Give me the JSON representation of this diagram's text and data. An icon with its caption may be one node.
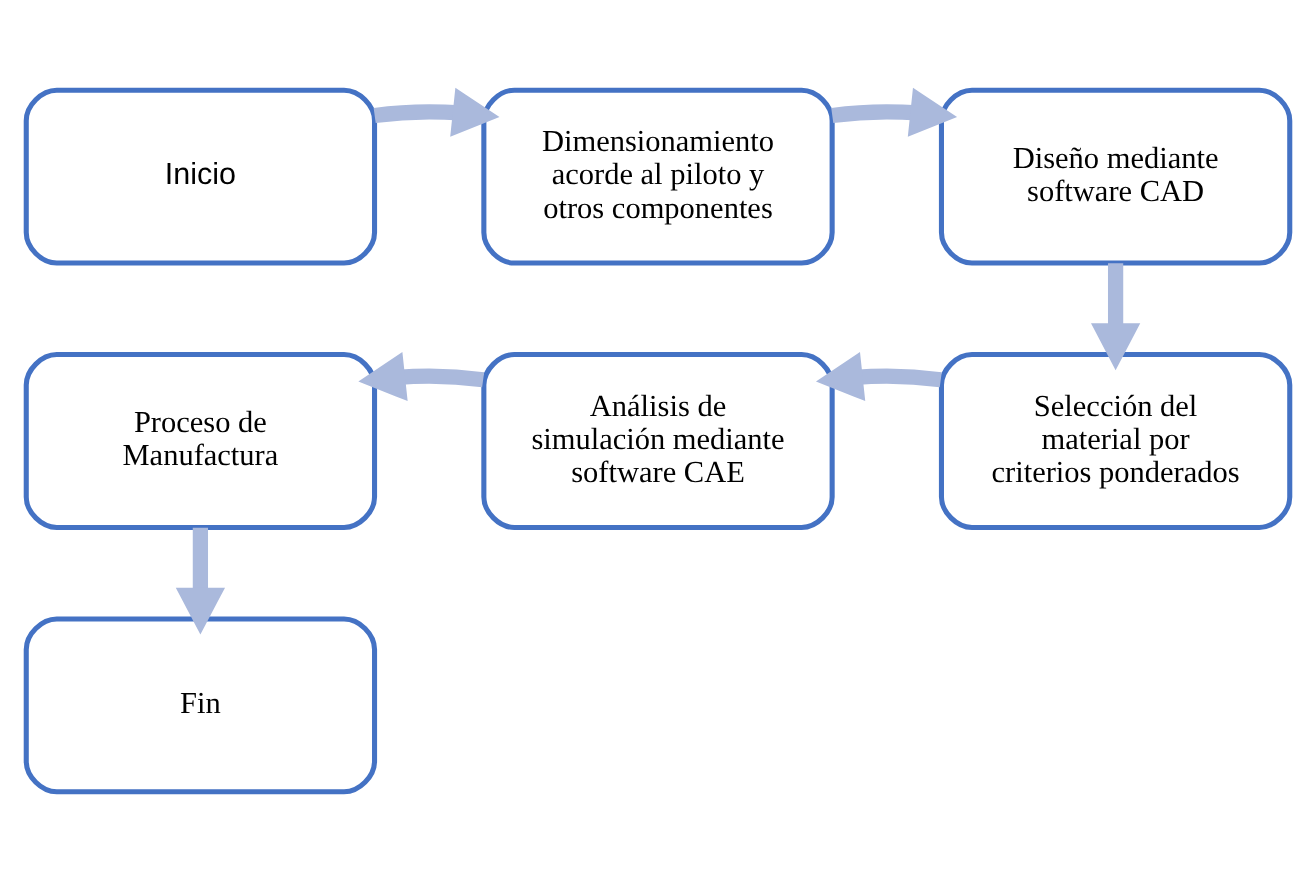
{
  "diagram": {
    "nodes": [
      {
        "text": [
          "Inicio"
        ]
      },
      {
        "text": [
          "Dimensionamiento acorde al piloto y otros componentes"
        ]
      },
      {
        "text": [
          "Diseño mediante software CAD"
        ]
      },
      {
        "text": [
          "Selección del material por criterios ponderados"
        ]
      },
      {
        "text": [
          "Análisis de simulación mediante software CAE"
        ]
      },
      {
        "text": [
          "Proceso de Manufactura"
        ]
      },
      {
        "text": [
          "Fin"
        ]
      }
    ],
    "edges": [
      {
        "from": 0,
        "to": 1,
        "arrow": "to"
      },
      {
        "from": 1,
        "to": 2,
        "arrow": "to"
      },
      {
        "from": 2,
        "to": 3,
        "arrow": "to"
      },
      {
        "from": 3,
        "to": 4,
        "arrow": "to"
      },
      {
        "from": 4,
        "to": 5,
        "arrow": "to"
      },
      {
        "from": 5,
        "to": 6,
        "arrow": "to"
      }
    ]
  }
}
